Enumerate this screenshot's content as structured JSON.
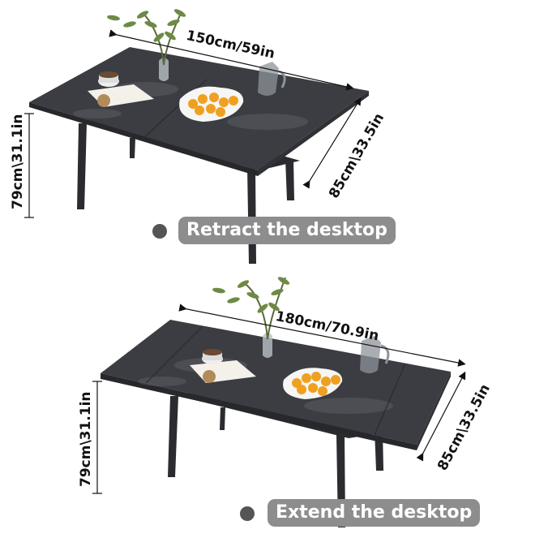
{
  "top": {
    "width_label": "150cm/59in",
    "depth_label": "85cm\\33.5in",
    "height_label": "79cm\\31.1in",
    "caption": "Retract the desktop"
  },
  "bottom": {
    "width_label": "180cm/70.9in",
    "depth_label": "85cm\\33.5in",
    "height_label": "79cm\\31.1in",
    "caption": "Extend the desktop"
  },
  "colors": {
    "tabletop": "#3b3d42",
    "legs": "#2b2c30",
    "caption_bg": "#8d8d8d",
    "fruit": "#f0a020"
  }
}
